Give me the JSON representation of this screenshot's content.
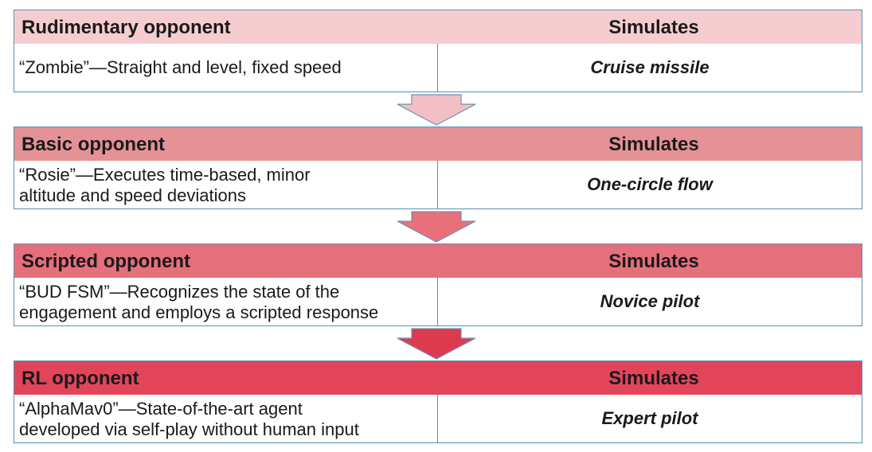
{
  "colors": {
    "border": "#5b8fb4",
    "tier1": "#f5cdd0",
    "tier2": "#e49296",
    "tier3": "#e66f7c",
    "tier4": "#e2455a",
    "arrow_stroke": "#6f8fb0"
  },
  "tiers": [
    {
      "title": "Rudimentary opponent",
      "simulates_label": "Simulates",
      "description_lines": [
        "“Zombie”—Straight and level, fixed speed"
      ],
      "simulates": "Cruise missile"
    },
    {
      "title": "Basic opponent",
      "simulates_label": "Simulates",
      "description_lines": [
        "“Rosie”—Executes time-based, minor",
        "altitude and speed deviations"
      ],
      "simulates": "One-circle flow"
    },
    {
      "title": "Scripted opponent",
      "simulates_label": "Simulates",
      "description_lines": [
        "“BUD FSM”—Recognizes the state of the",
        "engagement and employs a scripted response"
      ],
      "simulates": "Novice pilot"
    },
    {
      "title": "RL opponent",
      "simulates_label": "Simulates",
      "description_lines": [
        "“AlphaMav0”—State-of-the-art agent",
        "developed via self-play without human input"
      ],
      "simulates": "Expert pilot"
    }
  ],
  "arrows": [
    {
      "name": "arrow-down-icon",
      "fill": "#f2c0c4"
    },
    {
      "name": "arrow-down-icon",
      "fill": "#e8707a"
    },
    {
      "name": "arrow-down-icon",
      "fill": "#de3a4e"
    }
  ]
}
